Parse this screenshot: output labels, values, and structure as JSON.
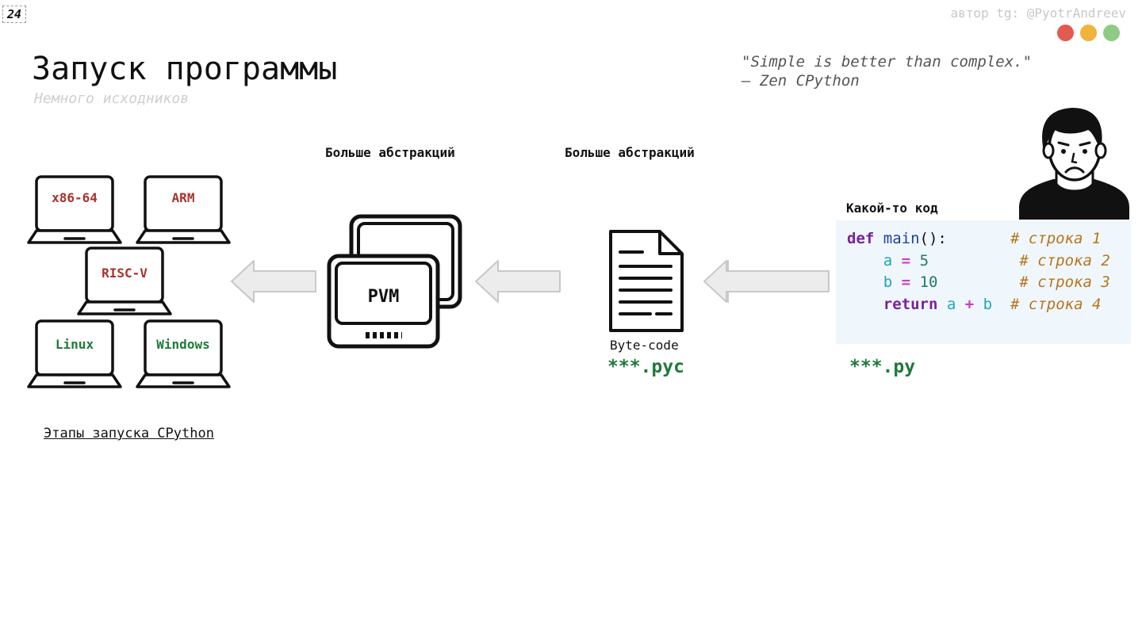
{
  "slide": {
    "number": "24",
    "author": "автор tg: @PyotrAndreev",
    "title": "Запуск программы",
    "subtitle": "Немного исходников",
    "quote_line1": "\"Simple is better than complex.\"",
    "quote_line2": "— Zen CPython",
    "window_dots": [
      "#e35a4f",
      "#f1b33b",
      "#8fcb84"
    ]
  },
  "diagram": {
    "abstraction_label_1": "Больше абстракций",
    "abstraction_label_2": "Больше абстракций",
    "platforms": [
      {
        "label": "x86-64",
        "color": "#a8322d"
      },
      {
        "label": "ARM",
        "color": "#a8322d"
      },
      {
        "label": "RISC-V",
        "color": "#a8322d"
      },
      {
        "label": "Linux",
        "color": "#1f7a3a"
      },
      {
        "label": "Windows",
        "color": "#1f7a3a"
      }
    ],
    "pvm_label": "PVM",
    "bytecode_label": "Byte-code",
    "bytecode_ext": "***.pyc",
    "code_label": "Какой-то код",
    "source_ext": "***.py",
    "caption": "Этапы запуска CPython"
  },
  "code": {
    "line1": {
      "kw": "def",
      "fn": "main",
      "rest": "():",
      "comment": "# строка 1"
    },
    "line2": {
      "var": "a",
      "op": "=",
      "val": "5",
      "comment": "# строка 2"
    },
    "line3": {
      "var": "b",
      "op": "=",
      "val": "10",
      "comment": "# строка 3"
    },
    "line4": {
      "kw": "return",
      "a": "a",
      "op": "+",
      "b": "b",
      "comment": "# строка 4"
    }
  }
}
